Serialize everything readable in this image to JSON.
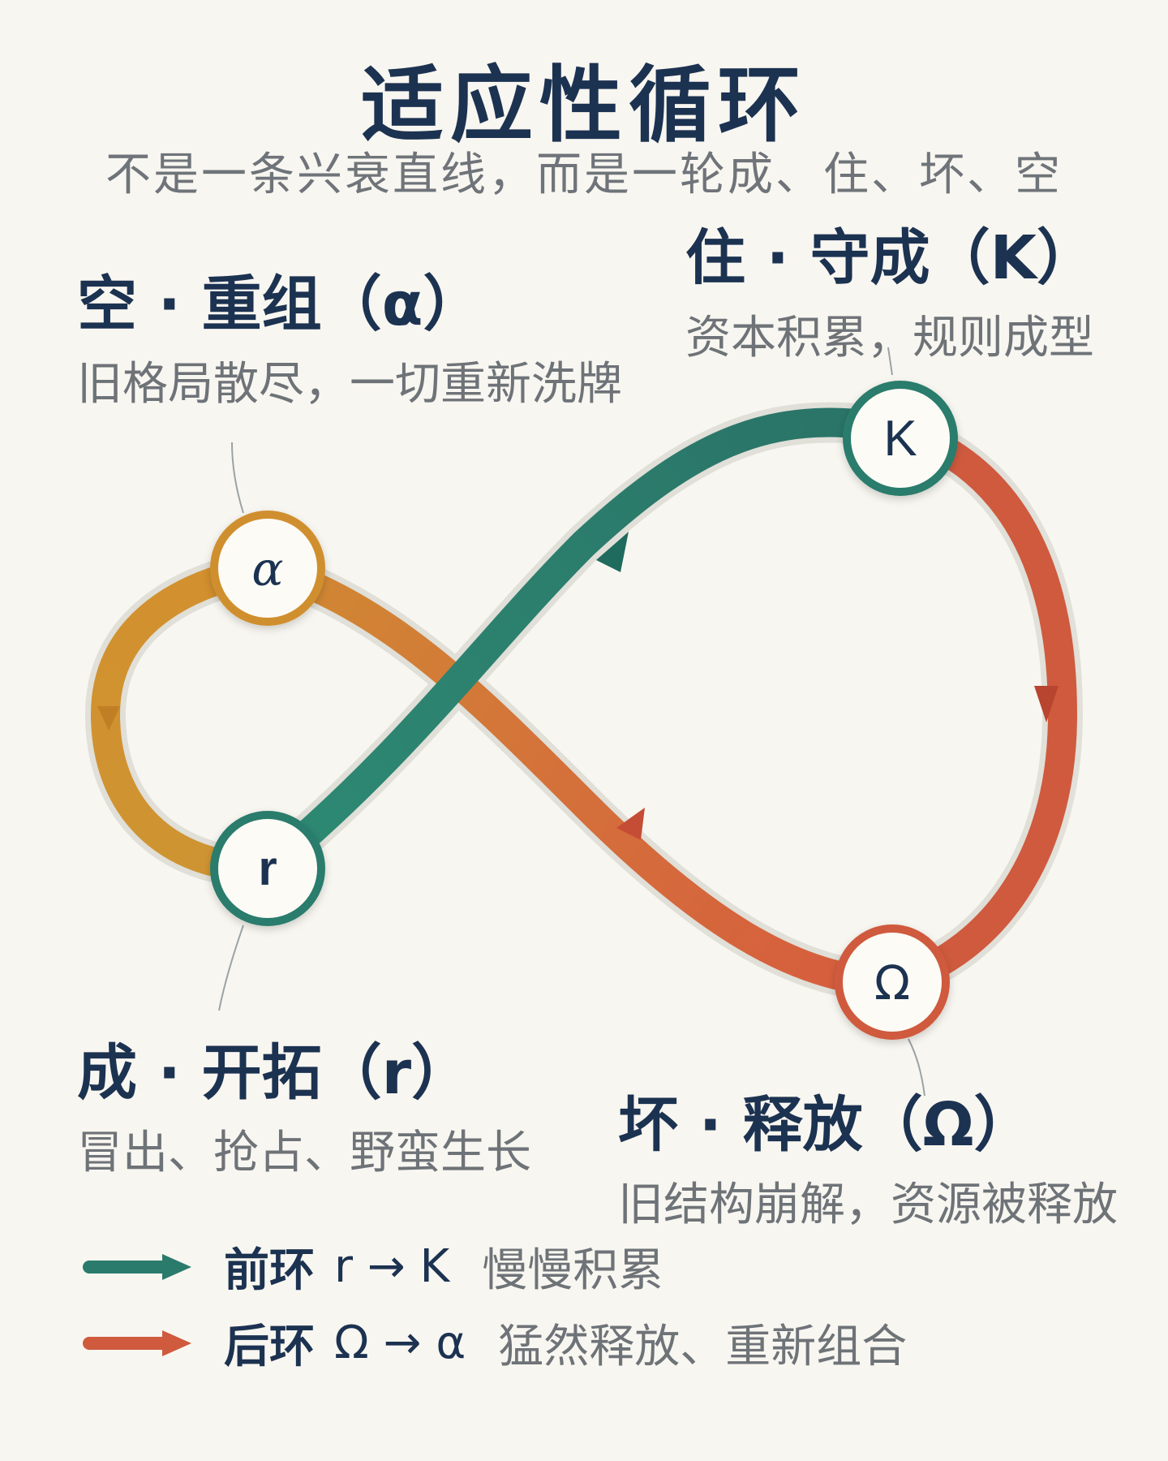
{
  "title": "适应性循环",
  "subtitle": "不是一条兴衰直线，而是一轮成、住、坏、空",
  "stages": {
    "alpha": {
      "heading": "空 · 重组（α）",
      "description": "旧格局散尽，一切重新洗牌",
      "node_symbol": "α",
      "color": "#d08f2f"
    },
    "K": {
      "heading": "住 · 守成（K）",
      "description": "资本积累，规则成型",
      "node_symbol": "K",
      "color": "#2a7b6c"
    },
    "r": {
      "heading": "成 · 开拓（r）",
      "description": "冒出、抢占、野蛮生长",
      "node_symbol": "r",
      "color": "#2a7b6c"
    },
    "omega": {
      "heading": "坏 · 释放（Ω）",
      "description": "旧结构崩解，资源被释放",
      "node_symbol": "Ω",
      "color": "#cf5a3e"
    }
  },
  "legend": [
    {
      "name": "前环",
      "flow": "r → K",
      "description": "慢慢积累",
      "color": "#2a7b6c",
      "icon": "arrow-right-icon"
    },
    {
      "name": "后环",
      "flow": "Ω → α",
      "description": "猛然释放、重新组合",
      "color": "#cf5a3e",
      "icon": "arrow-right-icon"
    }
  ],
  "colors": {
    "background": "#f8f6f0",
    "heading": "#1c3251",
    "muted_text": "#6e7378",
    "front_loop": "#2a7b6c",
    "release": "#cf5a3e",
    "reorganize": "#d08f2f"
  }
}
